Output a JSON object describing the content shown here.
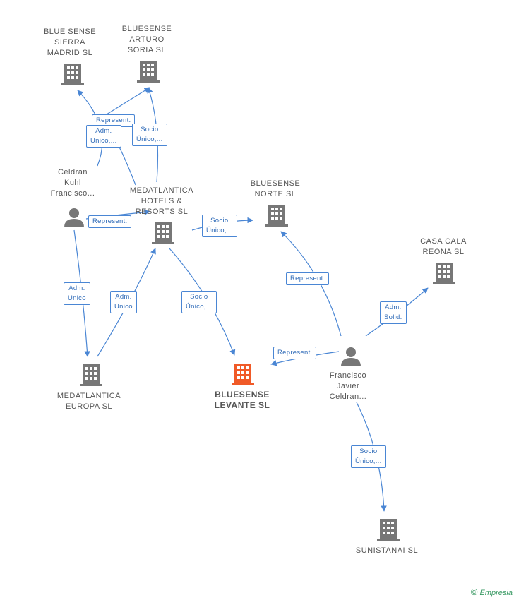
{
  "colors": {
    "edge": "#4a86d4",
    "node": "#777777",
    "focus": "#f05a28"
  },
  "nodes": {
    "blue_sense_sierra": "BLUE SENSE\nSIERRA\nMADRID SL",
    "bluesense_arturo": "BLUESENSE\nARTURO\nSORIA SL",
    "celdran_kuhl": "Celdran\nKuhl\nFrancisco...",
    "medatlantica_hotels": "MEDATLANTICA\nHOTELS &\nRESORTS SL",
    "bluesense_norte": "BLUESENSE\nNORTE SL",
    "casa_cala": "CASA CALA\nREONA SL",
    "medatlantica_europa": "MEDATLANTICA\nEUROPA SL",
    "bluesense_levante": "BLUESENSE\nLEVANTE SL",
    "francisco_javier": "Francisco\nJavier\nCeldran...",
    "sunistanai": "SUNISTANAI SL"
  },
  "edges": {
    "represent_1": "Represent.",
    "adm_unico_1": "Adm.\nUnico,...",
    "socio_unico_1": "Socio\nÚnico,...",
    "represent_2": "Represent.",
    "socio_unico_2": "Socio\nÚnico,...",
    "adm_unico_2": "Adm.\nUnico",
    "adm_unico_3": "Adm.\nUnico",
    "socio_unico_3": "Socio\nÚnico,...",
    "represent_3": "Represent.",
    "adm_solid": "Adm.\nSolid.",
    "represent_4": "Represent.",
    "socio_unico_4": "Socio\nÚnico,..."
  },
  "footer": {
    "copyright": "©",
    "brand": "Empresia"
  }
}
